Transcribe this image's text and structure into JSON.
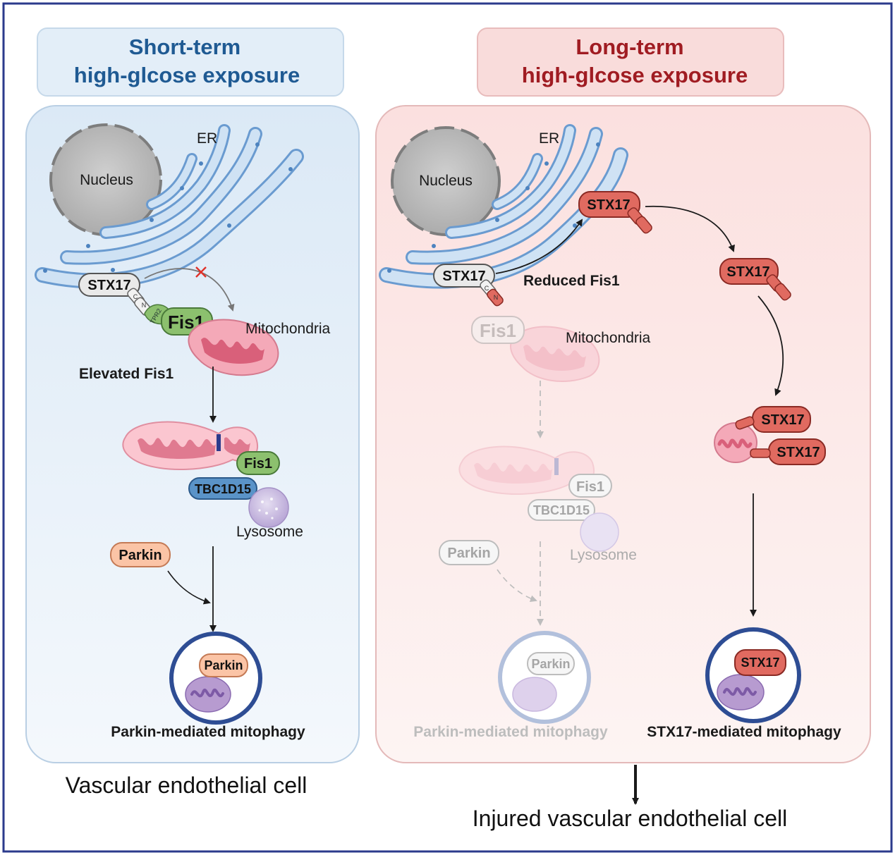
{
  "panels": {
    "left": {
      "title_line1": "Short-term",
      "title_line2": "high-glcose exposure",
      "nucleus": "Nucleus",
      "er": "ER",
      "stx17": "STX17",
      "tpr2": "TPR2",
      "c_term": "C",
      "n_term": "N",
      "fis1": "Fis1",
      "mitochondria": "Mitochondria",
      "elevated": "Elevated Fis1",
      "fis1_small": "Fis1",
      "tbc": "TBC1D15",
      "lysosome": "Lysosome",
      "parkin": "Parkin",
      "parkin_inner": "Parkin",
      "mitophagy": "Parkin-mediated mitophagy",
      "caption": "Vascular endothelial cell"
    },
    "right": {
      "title_line1": "Long-term",
      "title_line2": "high-glcose exposure",
      "nucleus": "Nucleus",
      "er": "ER",
      "stx17_er": "STX17",
      "c_term": "C",
      "n_term": "N",
      "reduced": "Reduced Fis1",
      "stx17_top": "STX17",
      "stx17_mid": "STX17",
      "stx17_mito1": "STX17",
      "stx17_mito2": "STX17",
      "fis1": "Fis1",
      "mitochondria": "Mitochondria",
      "fis1_small": "Fis1",
      "tbc": "TBC1D15",
      "lysosome": "Lysosome",
      "parkin": "Parkin",
      "parkin_inner": "Parkin",
      "mitophagy_faded": "Parkin-mediated mitophagy",
      "stx17_inner": "STX17",
      "mitophagy_stx": "STX17-mediated mitophagy",
      "caption": "Injured vascular endothelial cell"
    }
  },
  "colors": {
    "left_title": "#1f5a93",
    "right_title": "#a01c22",
    "border": "#2b3a8c",
    "stx17_red": "#e06a60",
    "fis1_green": "#8cc06e",
    "tbc_blue": "#5a93c8",
    "parkin_peach": "#fbc4a6",
    "mito_pink": "#e07a90"
  }
}
